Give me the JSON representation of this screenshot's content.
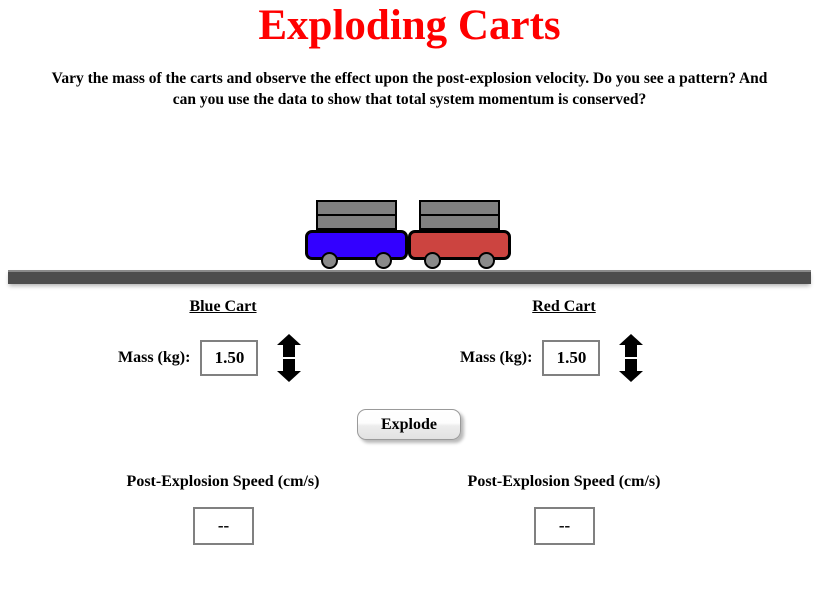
{
  "header": {
    "title": "Exploding Carts",
    "subtitle": "Vary the mass of the carts and observe the effect upon the post-explosion velocity. Do you see a pattern? And can you use the data to show that total system momentum is conserved?",
    "title_color": "#ff0000"
  },
  "simulation": {
    "blue_cart": {
      "color": "#3300ff",
      "mass_blocks": 2,
      "wheels": 2
    },
    "red_cart": {
      "color": "#cc4440",
      "mass_blocks": 2,
      "wheels": 2
    },
    "track_color": "#4d4d4d",
    "mass_block_color": "#808080",
    "wheel_color": "#8a8a8a"
  },
  "controls": {
    "blue": {
      "heading": "Blue Cart",
      "mass_label": "Mass (kg):",
      "mass_value": "1.50",
      "increase_icon": "arrow-up-icon",
      "decrease_icon": "arrow-down-icon"
    },
    "red": {
      "heading": "Red Cart",
      "mass_label": "Mass (kg):",
      "mass_value": "1.50",
      "increase_icon": "arrow-up-icon",
      "decrease_icon": "arrow-down-icon"
    },
    "explode_label": "Explode"
  },
  "results": {
    "blue": {
      "label": "Post-Explosion Speed (cm/s)",
      "value": "--"
    },
    "red": {
      "label": "Post-Explosion Speed (cm/s)",
      "value": "--"
    }
  }
}
